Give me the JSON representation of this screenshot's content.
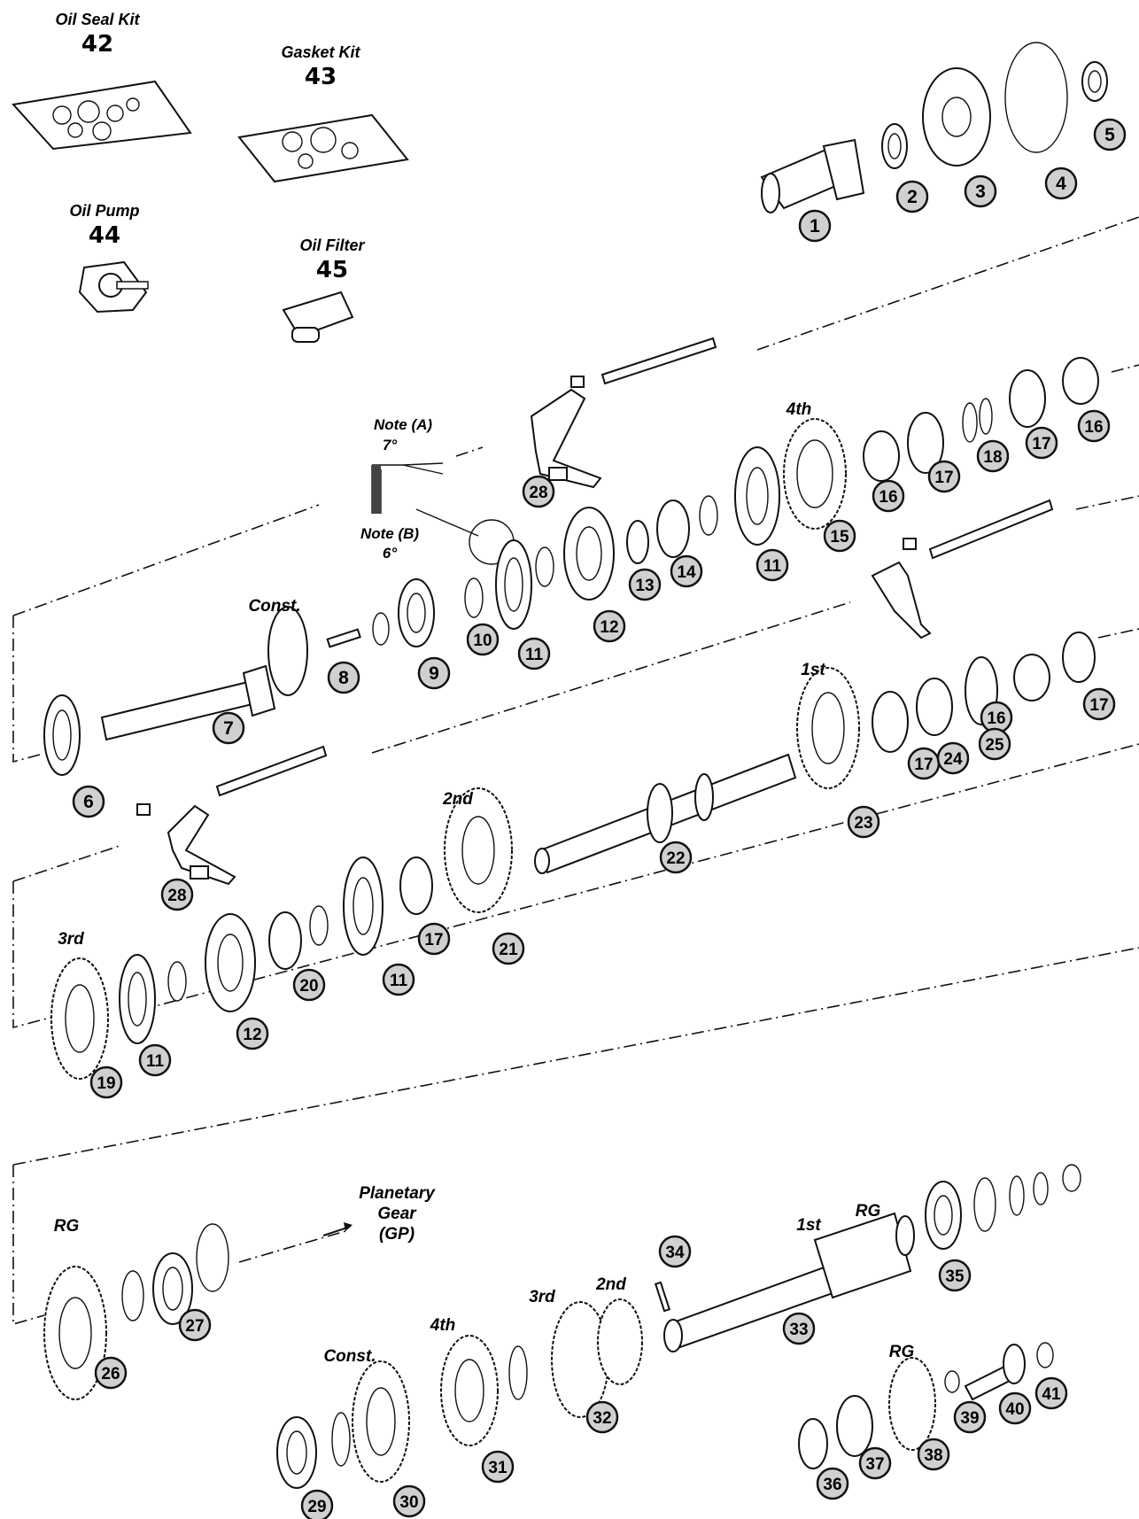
{
  "kits": [
    {
      "name": "Oil Seal Kit",
      "number": "42",
      "icon": "gasket-sheet-icon"
    },
    {
      "name": "Gasket Kit",
      "number": "43",
      "icon": "gasket-sheet-icon"
    },
    {
      "name": "Oil Pump",
      "number": "44",
      "icon": "oil-pump-icon"
    },
    {
      "name": "Oil Filter",
      "number": "45",
      "icon": "oil-filter-icon"
    }
  ],
  "notes": {
    "note_a": "Note (A)",
    "angle_a": "7°",
    "note_b": "Note (B)",
    "angle_b": "6°"
  },
  "gear_labels": {
    "fourth_top": "4th",
    "const_top": "Const.",
    "first_mid": "1st",
    "second_mid": "2nd",
    "third_mid": "3rd",
    "rg_left": "RG",
    "planetary": [
      "Planetary",
      "Gear",
      "(GP)"
    ],
    "first_shaft": "1st",
    "rg_shaft": "RG",
    "second_bottom": "2nd",
    "third_bottom": "3rd",
    "fourth_bottom": "4th",
    "const_bottom": "Const.",
    "rg_bottom": "RG"
  },
  "callouts": [
    "1",
    "2",
    "3",
    "4",
    "5",
    "6",
    "7",
    "8",
    "9",
    "10",
    "11",
    "11",
    "11",
    "11",
    "12",
    "12",
    "13",
    "14",
    "15",
    "16",
    "16",
    "16",
    "17",
    "17",
    "17",
    "17",
    "17",
    "18",
    "19",
    "20",
    "21",
    "22",
    "23",
    "24",
    "25",
    "26",
    "27",
    "28",
    "28",
    "29",
    "30",
    "31",
    "32",
    "33",
    "34",
    "35",
    "36",
    "37",
    "38",
    "39",
    "40",
    "41"
  ],
  "colors": {
    "ink": "#111111",
    "callout_fill": "#d0d0d0",
    "background": "#ffffff"
  }
}
